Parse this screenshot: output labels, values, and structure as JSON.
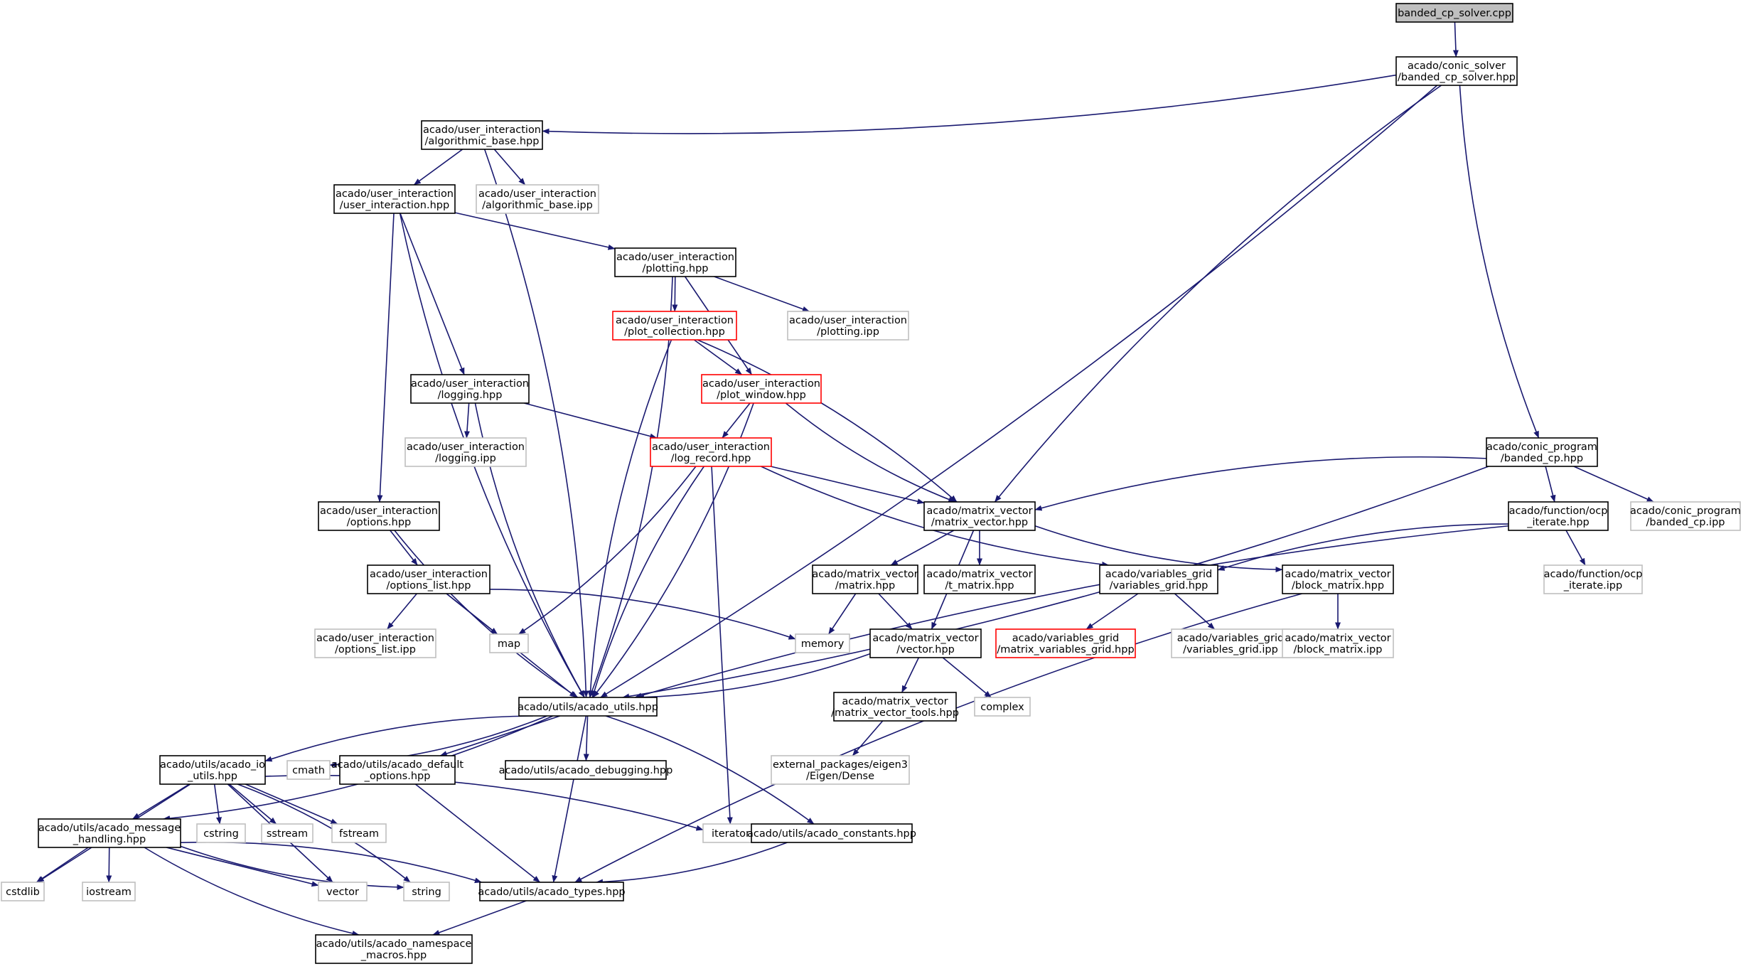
{
  "colors": {
    "edge": "#191970",
    "normal_border": "#000000",
    "ext_border": "#bfbfbf",
    "missing_border": "#ff0000",
    "root_fill": "#bfbfbf",
    "text": "#000000"
  },
  "nodes": [
    {
      "id": "root",
      "kind": "root",
      "lines": [
        "banded_cp_solver.cpp"
      ]
    },
    {
      "id": "cs",
      "kind": "normal",
      "lines": [
        "acado/conic_solver",
        "/banded_cp_solver.hpp"
      ]
    },
    {
      "id": "ab",
      "kind": "normal",
      "lines": [
        "acado/user_interaction",
        "/algorithmic_base.hpp"
      ]
    },
    {
      "id": "abipp",
      "kind": "ext",
      "lines": [
        "acado/user_interaction",
        "/algorithmic_base.ipp"
      ]
    },
    {
      "id": "ui",
      "kind": "normal",
      "lines": [
        "acado/user_interaction",
        "/user_interaction.hpp"
      ]
    },
    {
      "id": "pl",
      "kind": "normal",
      "lines": [
        "acado/user_interaction",
        "/plotting.hpp"
      ]
    },
    {
      "id": "pc",
      "kind": "missing",
      "lines": [
        "acado/user_interaction",
        "/plot_collection.hpp"
      ]
    },
    {
      "id": "plipp",
      "kind": "ext",
      "lines": [
        "acado/user_interaction",
        "/plotting.ipp"
      ]
    },
    {
      "id": "lg",
      "kind": "normal",
      "lines": [
        "acado/user_interaction",
        "/logging.hpp"
      ]
    },
    {
      "id": "pw",
      "kind": "missing",
      "lines": [
        "acado/user_interaction",
        "/plot_window.hpp"
      ]
    },
    {
      "id": "lgipp",
      "kind": "ext",
      "lines": [
        "acado/user_interaction",
        "/logging.ipp"
      ]
    },
    {
      "id": "lr",
      "kind": "missing",
      "lines": [
        "acado/user_interaction",
        "/log_record.hpp"
      ]
    },
    {
      "id": "cp",
      "kind": "normal",
      "lines": [
        "acado/conic_program",
        "/banded_cp.hpp"
      ]
    },
    {
      "id": "op",
      "kind": "normal",
      "lines": [
        "acado/user_interaction",
        "/options.hpp"
      ]
    },
    {
      "id": "mv",
      "kind": "normal",
      "lines": [
        "acado/matrix_vector",
        "/matrix_vector.hpp"
      ]
    },
    {
      "id": "oi",
      "kind": "normal",
      "lines": [
        "acado/function/ocp",
        "_iterate.hpp"
      ]
    },
    {
      "id": "cpipp",
      "kind": "ext",
      "lines": [
        "acado/conic_program",
        "/banded_cp.ipp"
      ]
    },
    {
      "id": "ol",
      "kind": "normal",
      "lines": [
        "acado/user_interaction",
        "/options_list.hpp"
      ]
    },
    {
      "id": "mx",
      "kind": "normal",
      "lines": [
        "acado/matrix_vector",
        "/matrix.hpp"
      ]
    },
    {
      "id": "tm",
      "kind": "normal",
      "lines": [
        "acado/matrix_vector",
        "/t_matrix.hpp"
      ]
    },
    {
      "id": "vg",
      "kind": "normal",
      "lines": [
        "acado/variables_grid",
        "/variables_grid.hpp"
      ]
    },
    {
      "id": "bm",
      "kind": "normal",
      "lines": [
        "acado/matrix_vector",
        "/block_matrix.hpp"
      ]
    },
    {
      "id": "oiipp",
      "kind": "ext",
      "lines": [
        "acado/function/ocp",
        "_iterate.ipp"
      ]
    },
    {
      "id": "olipp",
      "kind": "ext",
      "lines": [
        "acado/user_interaction",
        "/options_list.ipp"
      ]
    },
    {
      "id": "map",
      "kind": "ext",
      "lines": [
        "map"
      ]
    },
    {
      "id": "mem",
      "kind": "ext",
      "lines": [
        "memory"
      ]
    },
    {
      "id": "vc",
      "kind": "normal",
      "lines": [
        "acado/matrix_vector",
        "/vector.hpp"
      ]
    },
    {
      "id": "mvg",
      "kind": "missing",
      "lines": [
        "acado/variables_grid",
        "/matrix_variables_grid.hpp"
      ]
    },
    {
      "id": "vgipp",
      "kind": "ext",
      "lines": [
        "acado/variables_grid",
        "/variables_grid.ipp"
      ]
    },
    {
      "id": "bmipp",
      "kind": "ext",
      "lines": [
        "acado/matrix_vector",
        "/block_matrix.ipp"
      ]
    },
    {
      "id": "au",
      "kind": "normal",
      "lines": [
        "acado/utils/acado_utils.hpp"
      ]
    },
    {
      "id": "mvt",
      "kind": "normal",
      "lines": [
        "acado/matrix_vector",
        "/matrix_vector_tools.hpp"
      ]
    },
    {
      "id": "cx",
      "kind": "ext",
      "lines": [
        "complex"
      ]
    },
    {
      "id": "io",
      "kind": "normal",
      "lines": [
        "acado/utils/acado_io",
        "_utils.hpp"
      ]
    },
    {
      "id": "cm",
      "kind": "ext",
      "lines": [
        "cmath"
      ]
    },
    {
      "id": "def",
      "kind": "normal",
      "lines": [
        "acado/utils/acado_default",
        "_options.hpp"
      ]
    },
    {
      "id": "dbg",
      "kind": "normal",
      "lines": [
        "acado/utils/acado_debugging.hpp"
      ]
    },
    {
      "id": "eig",
      "kind": "ext",
      "lines": [
        "external_packages/eigen3",
        "/Eigen/Dense"
      ]
    },
    {
      "id": "mh",
      "kind": "normal",
      "lines": [
        "acado/utils/acado_message",
        "_handling.hpp"
      ]
    },
    {
      "id": "cstr",
      "kind": "ext",
      "lines": [
        "cstring"
      ]
    },
    {
      "id": "ss",
      "kind": "ext",
      "lines": [
        "sstream"
      ]
    },
    {
      "id": "fs",
      "kind": "ext",
      "lines": [
        "fstream"
      ]
    },
    {
      "id": "it",
      "kind": "ext",
      "lines": [
        "iterator"
      ]
    },
    {
      "id": "cst",
      "kind": "normal",
      "lines": [
        "acado/utils/acado_constants.hpp"
      ]
    },
    {
      "id": "cl",
      "kind": "ext",
      "lines": [
        "cstdlib"
      ]
    },
    {
      "id": "ios",
      "kind": "ext",
      "lines": [
        "iostream"
      ]
    },
    {
      "id": "vec",
      "kind": "ext",
      "lines": [
        "vector"
      ]
    },
    {
      "id": "str",
      "kind": "ext",
      "lines": [
        "string"
      ]
    },
    {
      "id": "ty",
      "kind": "normal",
      "lines": [
        "acado/utils/acado_types.hpp"
      ]
    },
    {
      "id": "ns",
      "kind": "normal",
      "lines": [
        "acado/utils/acado_namespace",
        "_macros.hpp"
      ]
    }
  ],
  "edges": [
    [
      "root",
      "cs"
    ],
    [
      "cs",
      "ab"
    ],
    [
      "cs",
      "mv"
    ],
    [
      "cs",
      "au"
    ],
    [
      "cs",
      "cp"
    ],
    [
      "ab",
      "ui"
    ],
    [
      "ab",
      "abipp"
    ],
    [
      "ab",
      "au"
    ],
    [
      "ui",
      "au"
    ],
    [
      "ui",
      "op"
    ],
    [
      "ui",
      "lg"
    ],
    [
      "ui",
      "pl"
    ],
    [
      "pl",
      "pc"
    ],
    [
      "pl",
      "pw"
    ],
    [
      "pl",
      "plipp"
    ],
    [
      "pl",
      "au"
    ],
    [
      "pc",
      "pw"
    ],
    [
      "pc",
      "mv"
    ],
    [
      "pc",
      "au"
    ],
    [
      "pw",
      "lr"
    ],
    [
      "pw",
      "mv"
    ],
    [
      "pw",
      "au"
    ],
    [
      "lg",
      "lgipp"
    ],
    [
      "lg",
      "lr"
    ],
    [
      "lg",
      "au"
    ],
    [
      "lr",
      "mv"
    ],
    [
      "lr",
      "vg"
    ],
    [
      "lr",
      "map"
    ],
    [
      "lr",
      "au"
    ],
    [
      "lr",
      "it"
    ],
    [
      "cp",
      "mv"
    ],
    [
      "cp",
      "oi"
    ],
    [
      "cp",
      "cpipp"
    ],
    [
      "cp",
      "au"
    ],
    [
      "oi",
      "vg"
    ],
    [
      "oi",
      "oiipp"
    ],
    [
      "oi",
      "au"
    ],
    [
      "op",
      "ol"
    ],
    [
      "op",
      "au"
    ],
    [
      "ol",
      "olipp"
    ],
    [
      "ol",
      "map"
    ],
    [
      "ol",
      "mem"
    ],
    [
      "ol",
      "au"
    ],
    [
      "mv",
      "mx"
    ],
    [
      "mv",
      "tm"
    ],
    [
      "mv",
      "vc"
    ],
    [
      "mv",
      "bm"
    ],
    [
      "mx",
      "mem"
    ],
    [
      "mx",
      "vc"
    ],
    [
      "vg",
      "mvg"
    ],
    [
      "vg",
      "vgipp"
    ],
    [
      "bm",
      "bmipp"
    ],
    [
      "bm",
      "ty"
    ],
    [
      "vc",
      "au"
    ],
    [
      "vc",
      "mvt"
    ],
    [
      "vc",
      "cx"
    ],
    [
      "mvt",
      "eig"
    ],
    [
      "au",
      "mh"
    ],
    [
      "au",
      "io"
    ],
    [
      "au",
      "cm"
    ],
    [
      "au",
      "def"
    ],
    [
      "au",
      "dbg"
    ],
    [
      "au",
      "ty"
    ],
    [
      "au",
      "cst"
    ],
    [
      "io",
      "mh"
    ],
    [
      "io",
      "cl"
    ],
    [
      "io",
      "cstr"
    ],
    [
      "io",
      "ss"
    ],
    [
      "io",
      "fs"
    ],
    [
      "io",
      "it"
    ],
    [
      "io",
      "vec"
    ],
    [
      "io",
      "str"
    ],
    [
      "def",
      "ty"
    ],
    [
      "mh",
      "cl"
    ],
    [
      "mh",
      "ios"
    ],
    [
      "mh",
      "vec"
    ],
    [
      "mh",
      "str"
    ],
    [
      "mh",
      "ty"
    ],
    [
      "mh",
      "ns"
    ],
    [
      "cst",
      "ty"
    ],
    [
      "ty",
      "ns"
    ]
  ]
}
